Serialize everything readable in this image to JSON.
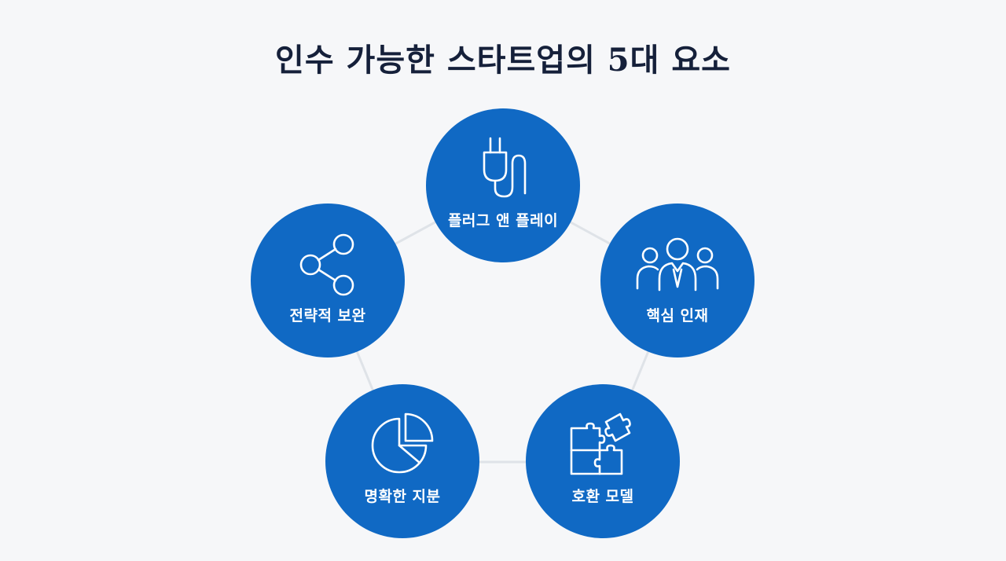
{
  "title": "인수 가능한 스타트업의 5대 요소",
  "elements": [
    {
      "label": "플러그 앤 플레이",
      "icon": "plug-icon"
    },
    {
      "label": "핵심 인재",
      "icon": "team-icon"
    },
    {
      "label": "호환 모델",
      "icon": "puzzle-icon"
    },
    {
      "label": "명확한 지분",
      "icon": "pie-chart-icon"
    },
    {
      "label": "전략적 보완",
      "icon": "share-icon"
    }
  ],
  "colors": {
    "circle": "#1069c4",
    "title": "#15203a",
    "connector": "#dfe3e8",
    "background": "#f6f7f9"
  }
}
